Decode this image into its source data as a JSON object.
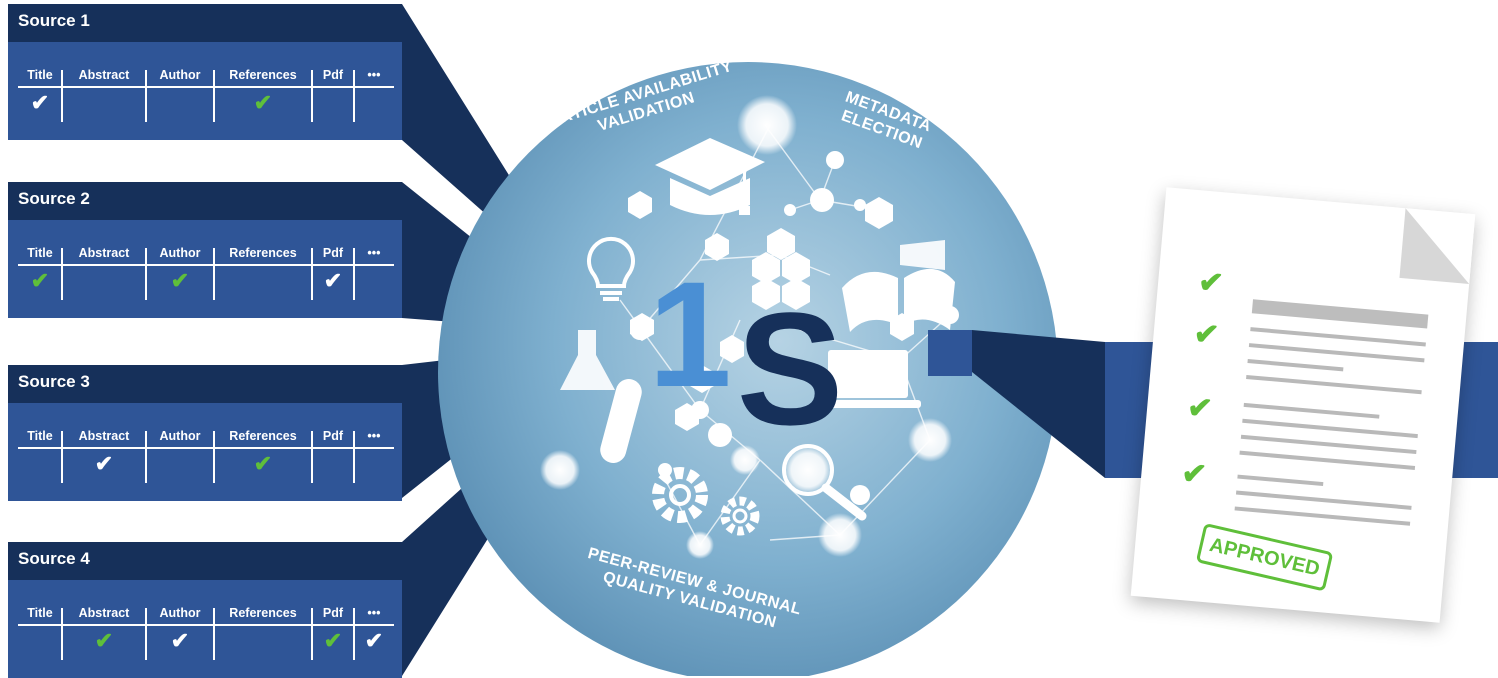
{
  "sources": [
    {
      "title": "Source 1",
      "columns": [
        "Title",
        "Abstract",
        "Author",
        "References",
        "Pdf",
        "•••"
      ],
      "checks": [
        "white",
        "",
        "",
        "green",
        "",
        ""
      ]
    },
    {
      "title": "Source 2",
      "columns": [
        "Title",
        "Abstract",
        "Author",
        "References",
        "Pdf",
        "•••"
      ],
      "checks": [
        "green",
        "",
        "green",
        "",
        "white",
        ""
      ]
    },
    {
      "title": "Source 3",
      "columns": [
        "Title",
        "Abstract",
        "Author",
        "References",
        "Pdf",
        "•••"
      ],
      "checks": [
        "",
        "white",
        "",
        "green",
        "",
        ""
      ]
    },
    {
      "title": "Source 4",
      "columns": [
        "Title",
        "Abstract",
        "Author",
        "References",
        "Pdf",
        "•••"
      ],
      "checks": [
        "",
        "green",
        "white",
        "",
        "green",
        "white"
      ]
    }
  ],
  "hub": {
    "label_top": "ARTICLE AVAILABILITY\nVALIDATION",
    "label_right": "METADATA\nELECTION",
    "label_bottom": "PEER-REVIEW & JOURNAL\nQUALITY VALIDATION",
    "logo_digit": "1",
    "logo_letter": "S"
  },
  "document": {
    "stamp": "APPROVED"
  },
  "colors": {
    "navy": "#16305a",
    "blue": "#2f5597",
    "check_green": "#5fbf3a",
    "logo_blue": "#4a8fd4"
  }
}
